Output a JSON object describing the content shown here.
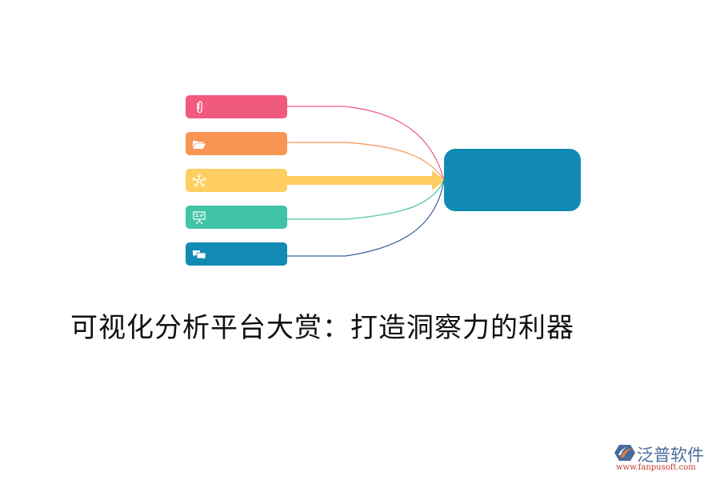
{
  "diagram": {
    "type": "convergence",
    "nodes": [
      {
        "id": "n0",
        "icon": "paperclip-icon",
        "label": "",
        "color": "#f05a7e"
      },
      {
        "id": "n1",
        "icon": "folder-open-icon",
        "label": "",
        "color": "#f99554"
      },
      {
        "id": "n2",
        "icon": "network-hub-icon",
        "label": "",
        "color": "#ffce62"
      },
      {
        "id": "n3",
        "icon": "presentation-board-icon",
        "label": "",
        "color": "#41c4a6"
      },
      {
        "id": "n4",
        "icon": "chat-bubbles-icon",
        "label": "",
        "color": "#138ab3"
      }
    ],
    "hub": {
      "label": "",
      "color": "#118ab3"
    },
    "edges": [
      {
        "from": "n0",
        "to": "hub",
        "color": "#f05a7e",
        "style": "curve"
      },
      {
        "from": "n1",
        "to": "hub",
        "color": "#f99554",
        "style": "curve"
      },
      {
        "from": "n2",
        "to": "hub",
        "color": "#ffce62",
        "style": "thick-arrow"
      },
      {
        "from": "n3",
        "to": "hub",
        "color": "#41c4a6",
        "style": "curve"
      },
      {
        "from": "n4",
        "to": "hub",
        "color": "#3d5f9e",
        "style": "curve"
      }
    ]
  },
  "title": "可视化分析平台大赏：打造洞察力的利器",
  "logo": {
    "name": "泛普软件",
    "url": "www.fanpusoft.com"
  }
}
